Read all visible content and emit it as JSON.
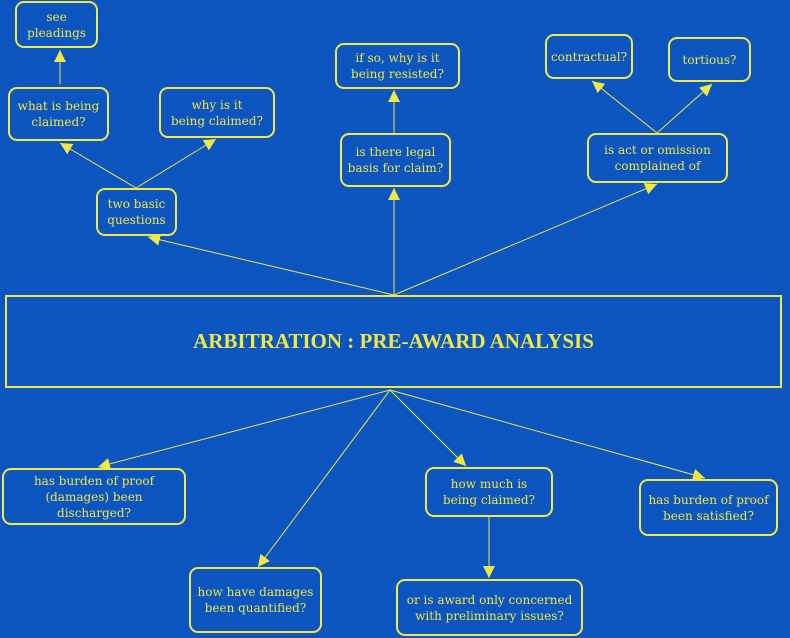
{
  "title": "ARBITRATION : PRE-AWARD ANALYSIS",
  "colors": {
    "background": "#0a55c0",
    "foreground": "#f0e845"
  },
  "nodes": {
    "see_pleadings": "see\npleadings",
    "what_claimed": "what is being\nclaimed?",
    "why_claimed": "why is it\nbeing claimed?",
    "two_questions": "two basic\nquestions",
    "why_resisted": "if so, why is it\nbeing resisted?",
    "legal_basis": "is there legal\nbasis for claim?",
    "contractual": "contractual?",
    "tortious": "tortious?",
    "act_omission": "is act or omission\ncomplained of",
    "burden_damages": "has burden of proof\n(damages) been discharged?",
    "quantified": "how have damages\nbeen quantified?",
    "how_much": "how much is\nbeing claimed?",
    "preliminary": "or is award only concerned\nwith preliminary issues?",
    "burden_satisfied": "has burden of proof\nbeen satisfied?"
  }
}
